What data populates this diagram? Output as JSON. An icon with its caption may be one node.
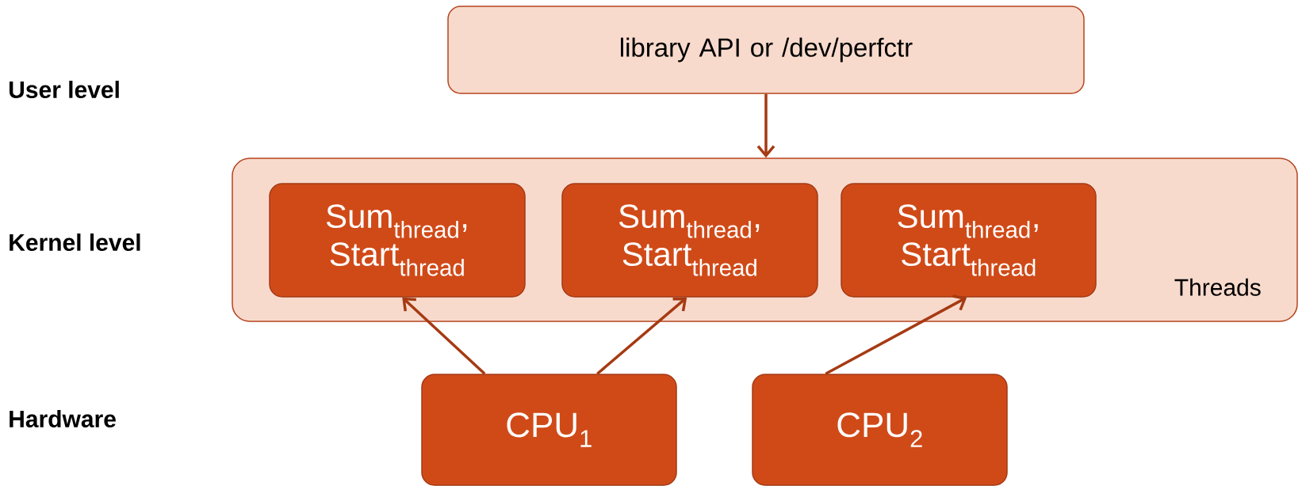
{
  "diagram": {
    "nodes": [
      {
        "text": [
          "library API or /dev/perfctr"
        ]
      },
      {
        "text": [
          "Threads"
        ]
      },
      {
        "text": [
          "Sum$_{thread}$, Start$_{thread}$"
        ],
        "in": 1
      },
      {
        "text": [
          "Sum$_{thread}$, Start$_{thread}$"
        ],
        "in": 1
      },
      {
        "text": [
          "Sum$_{thread}$, Start$_{thread}$"
        ],
        "in": 1
      },
      {
        "text": [
          "CPU$_{1}$"
        ]
      },
      {
        "text": [
          "CPU$_{2}$"
        ]
      }
    ],
    "edges": [
      {
        "from": 0,
        "to": 1,
        "arrow": "to"
      },
      {
        "from": 5,
        "to": 2,
        "arrow": "to"
      },
      {
        "from": 5,
        "to": 3,
        "arrow": "to"
      },
      {
        "from": 6,
        "to": 4,
        "arrow": "to"
      }
    ],
    "labels": [
      "User level",
      "Kernel level",
      "Hardware"
    ]
  }
}
